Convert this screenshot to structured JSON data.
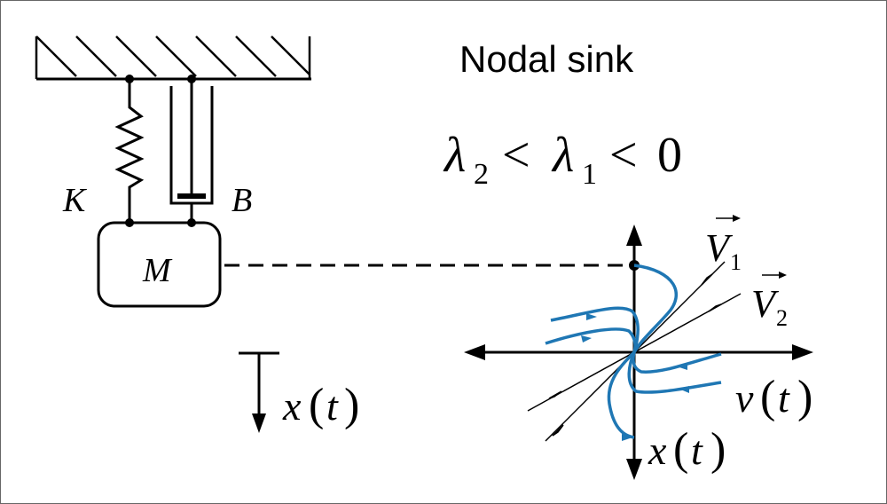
{
  "title": "Nodal sink",
  "condition": {
    "lambda_a": "λ",
    "sub_a": "2",
    "lt_1": "<",
    "lambda_b": "λ",
    "sub_b": "1",
    "lt_2": "<",
    "zero": "0"
  },
  "labels": {
    "spring": "K",
    "damper": "B",
    "mass": "M",
    "disp_var": "x",
    "disp_arg": "t",
    "v1_letter": "V",
    "v1_sub": "1",
    "v2_letter": "V",
    "v2_sub": "2",
    "h_axis_var": "v",
    "h_axis_arg": "t",
    "v_axis_var": "x",
    "v_axis_arg": "t",
    "paren_open": "(",
    "paren_close": ")"
  },
  "colors": {
    "stroke": "#000000",
    "trajectory": "#1f77b4",
    "frame": "#666666"
  }
}
